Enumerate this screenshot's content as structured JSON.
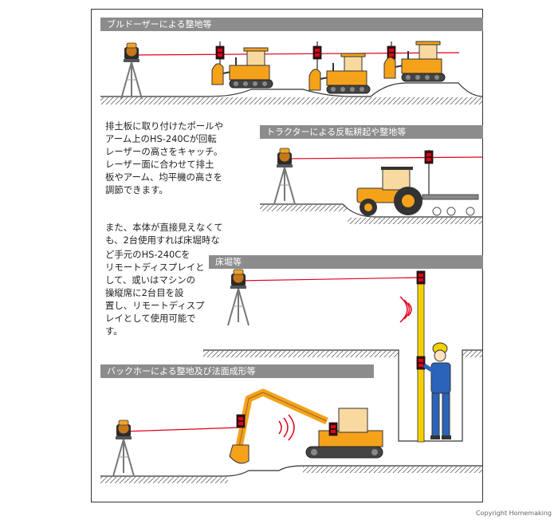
{
  "sections": {
    "bulldozer_title": "ブルドーザーによる整地等",
    "tractor_title": "トラクターによる反転耕起や整地等",
    "trench_title": "床堀等",
    "backhoe_title": "バックホーによる整地及び法面成形等"
  },
  "text": {
    "para1": [
      "排土板に取り付けたポールや",
      "アーム上のHS-240Cが回転",
      "レーザーの高さをキャッチ。",
      "レーザー面に合わせて排土",
      "板やアーム、均平機の高さを",
      "調節できます。"
    ],
    "para2_top": [
      "また、本体が直接見えなくて",
      "も、2台使用すれば床堀時な"
    ],
    "para2_bottom": [
      "ど手元のHS-240Cを",
      "リモートディスプレイと",
      "して、或いはマシンの",
      "操縦席に2台目を設",
      "置し、リモートディスプ",
      "レイとして使用可能で",
      "す。"
    ]
  },
  "colors": {
    "laser": "#e0001b",
    "machine": "#f5a21b",
    "bar": "#8c8c8c",
    "worker": "#2b63b8"
  },
  "footer": {
    "copyright": "Copyright Homemaking"
  }
}
